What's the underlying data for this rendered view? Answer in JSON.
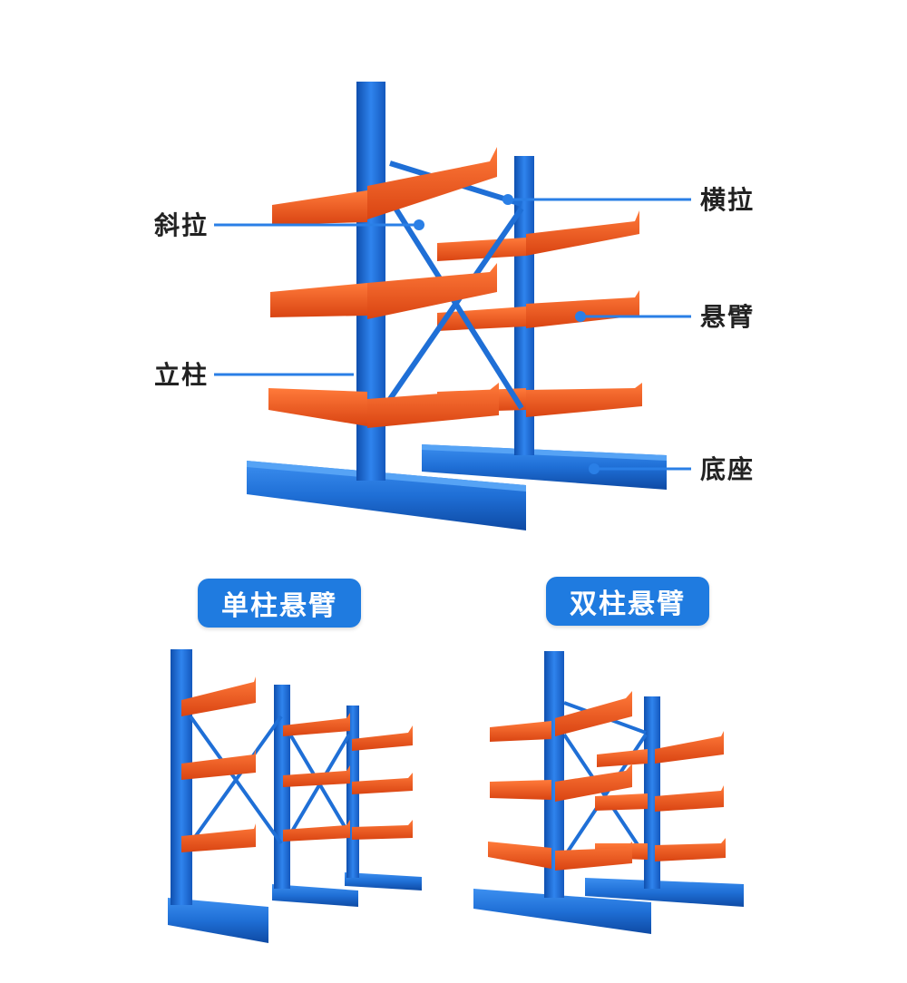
{
  "callouts": {
    "diagonal_brace": "斜拉",
    "horizontal_brace": "横拉",
    "arm": "悬臂",
    "column": "立柱",
    "base": "底座"
  },
  "badges": {
    "single_sided": "单柱悬臂",
    "double_sided": "双柱悬臂"
  },
  "colors": {
    "blue": "#1f6fd6",
    "blue_dark": "#1456b0",
    "orange": "#f05a1e",
    "orange_dark": "#c9430f",
    "badge": "#1f7be0",
    "leader_line": "#2a7fe6"
  }
}
